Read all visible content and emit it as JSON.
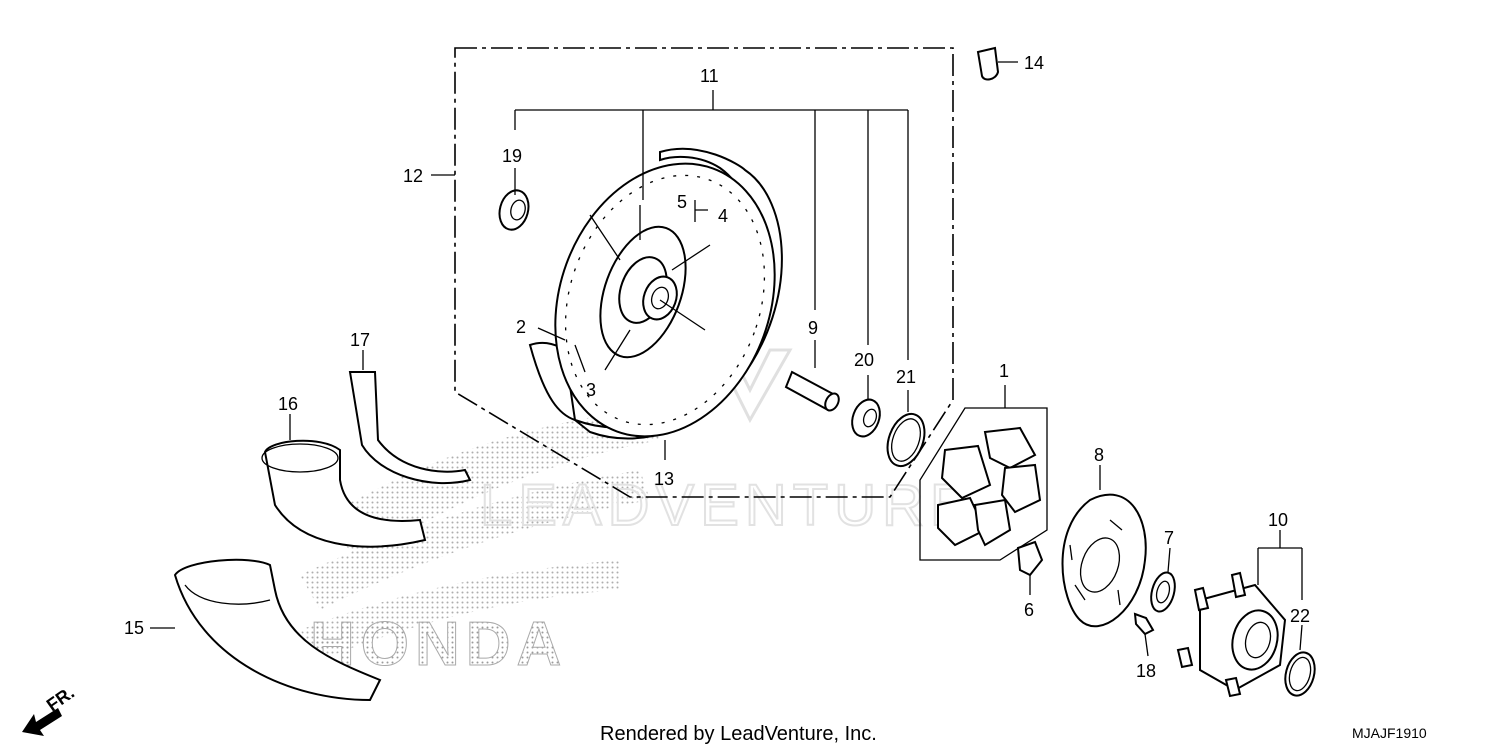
{
  "diagram": {
    "callouts": {
      "c1": "1",
      "c2": "2",
      "c3": "3",
      "c4": "4",
      "c5": "5",
      "c6": "6",
      "c7": "7",
      "c8": "8",
      "c9": "9",
      "c10": "10",
      "c11": "11",
      "c12": "12",
      "c13": "13",
      "c14": "14",
      "c15": "15",
      "c16": "16",
      "c17": "17",
      "c18": "18",
      "c19": "19",
      "c20": "20",
      "c21": "21",
      "c22": "22"
    },
    "direction_label": "FR.",
    "watermark_brand": "HONDA",
    "watermark_text": "LEADVENTURE",
    "footer": {
      "rendered_by": "Rendered by LeadVenture, Inc.",
      "diagram_code": "MJAJF1910"
    }
  }
}
